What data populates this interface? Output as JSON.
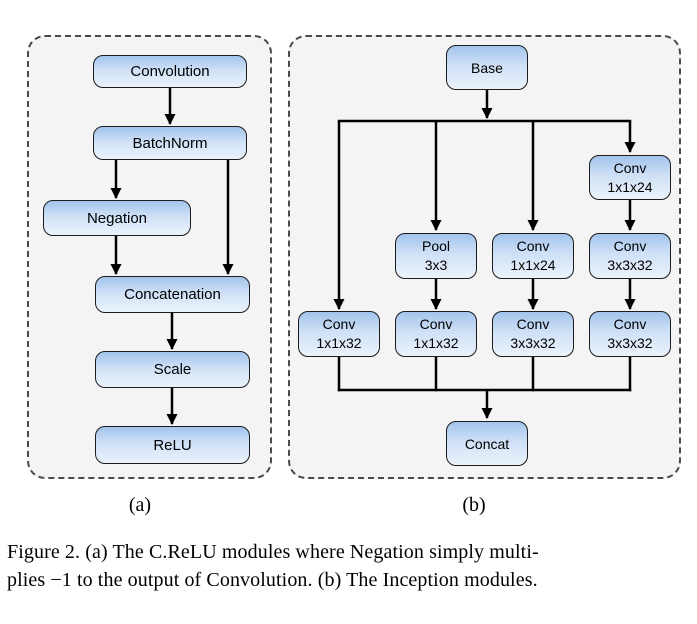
{
  "figure": {
    "panels": {
      "a": {
        "label": "(a)",
        "nodes": {
          "convolution": "Convolution",
          "batchnorm": "BatchNorm",
          "negation": "Negation",
          "concatenation": "Concatenation",
          "scale": "Scale",
          "relu": "ReLU"
        }
      },
      "b": {
        "label": "(b)",
        "nodes": {
          "base": "Base",
          "branch1_conv": {
            "line1": "Conv",
            "line2": "1x1x32"
          },
          "branch2_pool": {
            "line1": "Pool",
            "line2": "3x3"
          },
          "branch2_conv": {
            "line1": "Conv",
            "line2": "1x1x32"
          },
          "branch3_conv1": {
            "line1": "Conv",
            "line2": "1x1x24"
          },
          "branch3_conv2": {
            "line1": "Conv",
            "line2": "3x3x32"
          },
          "branch4_conv1": {
            "line1": "Conv",
            "line2": "1x1x24"
          },
          "branch4_conv2": {
            "line1": "Conv",
            "line2": "3x3x32"
          },
          "branch4_conv3": {
            "line1": "Conv",
            "line2": "3x3x32"
          },
          "concat": "Concat"
        }
      }
    },
    "caption": {
      "line1": "Figure 2. (a) The C.ReLU modules where Negation simply multi-",
      "line2": "plies −1 to the output of Convolution. (b) The Inception modules."
    }
  },
  "colors": {
    "page_bg": "#ffffff",
    "panel_bg": "#f4f4f4",
    "panel_border": "#4a4a4a",
    "box_fill_top": "#a2c4ec",
    "box_fill_mid": "#cfe0f6",
    "box_fill_bottom": "#ebf3fc",
    "box_border": "#1c1c1c",
    "connector": "#000000",
    "text": "#000000"
  }
}
